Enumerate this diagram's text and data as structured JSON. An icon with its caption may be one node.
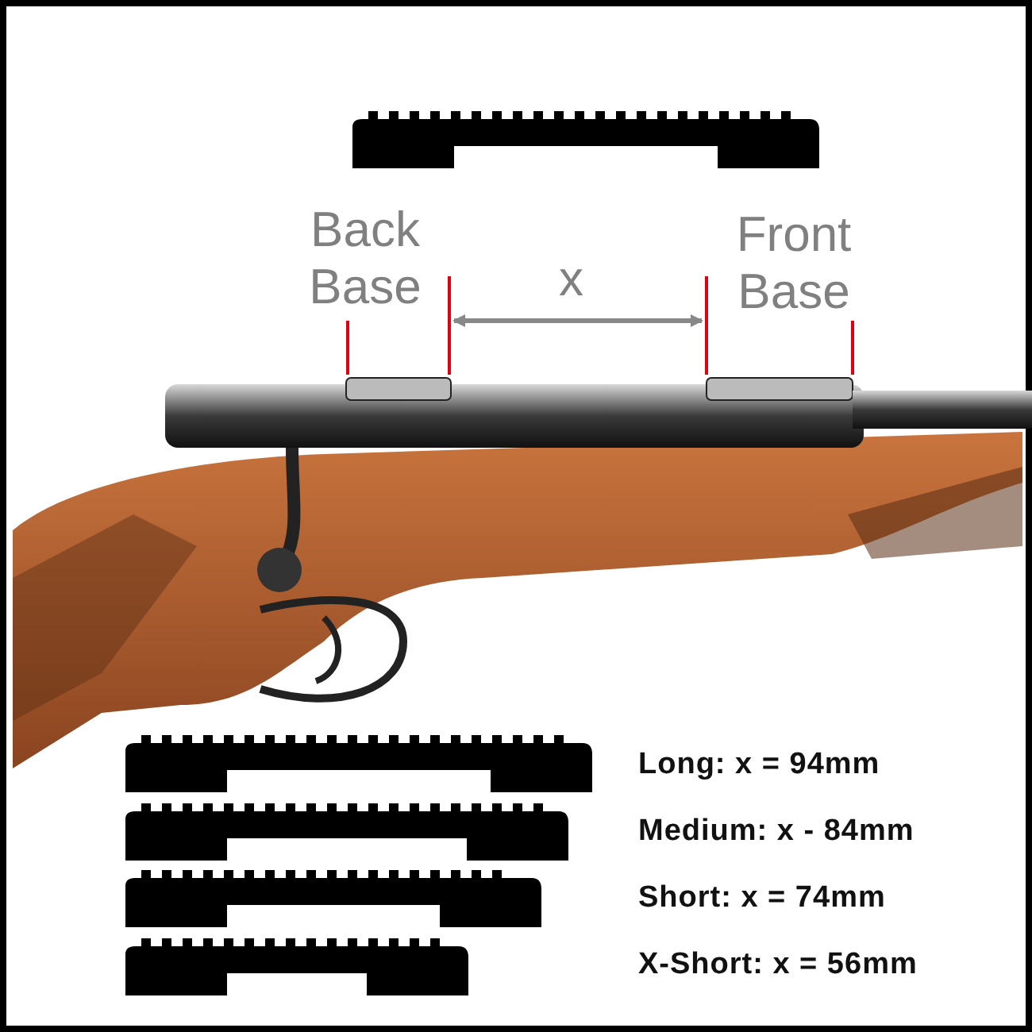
{
  "diagram": {
    "nodes": [
      {
        "text": [],
        "shape": "picture"
      },
      {
        "text": [],
        "shape": "picture"
      },
      {
        "text": [],
        "shape": "picture"
      },
      {
        "text": [],
        "shape": "picture"
      },
      {
        "text": [],
        "shape": "picture"
      }
    ],
    "labels": [
      "Back Base",
      "x",
      "Front Base",
      "Long: x = 94mm",
      "Medium: x - 84mm",
      "Short: x = 74mm",
      "X-Short: x = 56mm"
    ]
  }
}
